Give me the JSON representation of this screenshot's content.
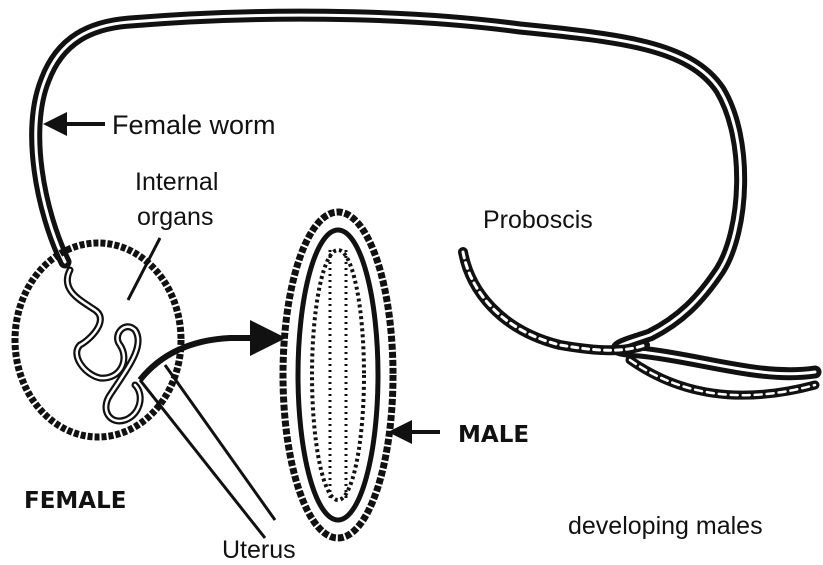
{
  "labels": {
    "female_worm": "Female worm",
    "internal_organs_line1": "Internal",
    "internal_organs_line2": "organs",
    "proboscis": "Proboscis",
    "male": "MALE",
    "female": "FEMALE",
    "uterus": "Uterus",
    "developing_males": "developing males"
  },
  "colors": {
    "ink": "#111111",
    "background": "#ffffff"
  }
}
